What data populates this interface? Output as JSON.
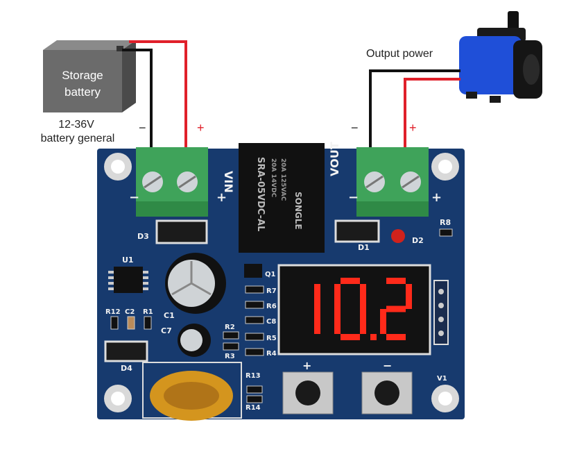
{
  "labels": {
    "battery_line1": "Storage",
    "battery_line2": "battery",
    "voltage_range": "12-36V",
    "battery_general": "battery general",
    "output_power": "Output power",
    "minus": "−",
    "plus": "+"
  },
  "board": {
    "vin": "VIN",
    "vout": "VOUT",
    "relay_model": "SRA-05VDC-AL",
    "relay_rating_1": "20A 14VDC",
    "relay_rating_2": "20A 125VAC",
    "relay_brand": "SONGLE",
    "display_value": "10.2",
    "refs": {
      "d1": "D1",
      "d2": "D2",
      "d3": "D3",
      "d4": "D4",
      "u1": "U1",
      "q1": "Q1",
      "r8": "R8",
      "r7": "R7",
      "r6": "R6",
      "c8": "C8",
      "r5": "R5",
      "r4": "R4",
      "r2": "R2",
      "r3": "R3",
      "r12": "R12",
      "c2": "C2",
      "r1": "R1",
      "c1": "C1",
      "c7": "C7",
      "r13": "R13",
      "r14": "R14",
      "v1": "V1"
    },
    "button_minus": "−",
    "button_plus": "+"
  },
  "colors": {
    "pcb": "#173a6e",
    "terminal": "#3fa35a",
    "segment_on": "#ff2a1a",
    "wire_red": "#e0202a",
    "wire_black": "#111111"
  }
}
